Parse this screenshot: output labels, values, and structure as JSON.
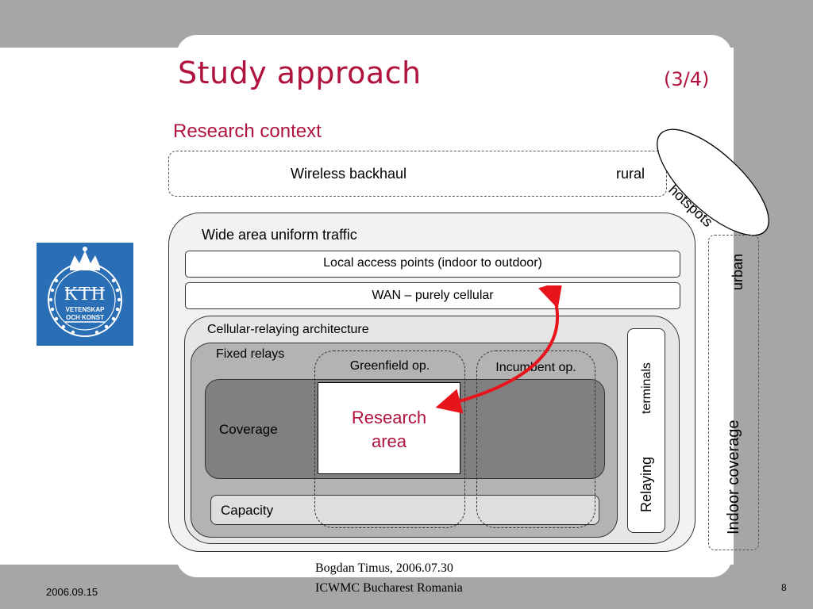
{
  "slide": {
    "title": "Study approach",
    "page_fraction": "(3/4)",
    "subtitle": "Research context"
  },
  "logo": {
    "text_main": "KTH",
    "text_line1": "VETENSKAP",
    "text_line2": "OCH KONST",
    "color": "#2a6eb6"
  },
  "diagram": {
    "wireless_backhaul": "Wireless backhaul",
    "rural": "rural",
    "hotspots": "hotspots",
    "urban": "urban",
    "indoor_coverage": "Indoor coverage",
    "wide_area": "Wide area uniform traffic",
    "local_access": "Local access points (indoor to outdoor)",
    "wan": "WAN – purely cellular",
    "cellular_relaying": "Cellular-relaying architecture",
    "fixed_relays": "Fixed relays",
    "greenfield": "Greenfield op.",
    "incumbent": "Incumbent op.",
    "coverage": "Coverage",
    "capacity": "Capacity",
    "research_area_line1": "Research",
    "research_area_line2": "area",
    "relaying": "Relaying",
    "terminals": "terminals"
  },
  "footer": {
    "author_date": "Bogdan Timus,    2006.07.30",
    "conference": "ICWMC Bucharest Romania",
    "date": "2006.09.15",
    "page_number": "8"
  },
  "colors": {
    "accent": "#b0133d",
    "arrow": "#e8141c",
    "frame": "#a7a5a8"
  }
}
